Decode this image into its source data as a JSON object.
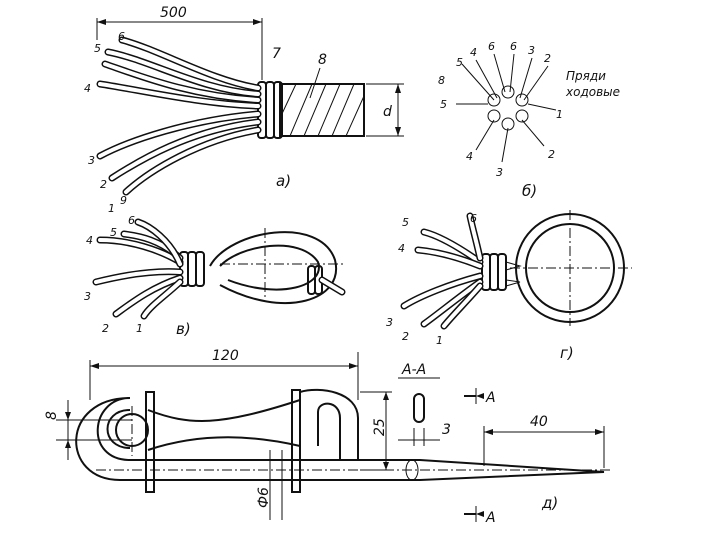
{
  "figure_a": {
    "caption": "а)",
    "dim_length": "500",
    "label_7": "7",
    "label_8": "8",
    "label_d": "d",
    "strand_labels": [
      "6",
      "5",
      "4",
      "3",
      "2",
      "1",
      "9"
    ]
  },
  "figure_b": {
    "caption": "б)",
    "top_labels": [
      "5",
      "4",
      "6",
      "6",
      "3",
      "2"
    ],
    "label_8": "8",
    "label_5": "5",
    "label_1": "1",
    "label_4": "4",
    "label_3": "3",
    "label_2": "2",
    "note_line1": "Пряди",
    "note_line2": "ходовые"
  },
  "figure_v": {
    "caption": "в)",
    "labels": [
      "4",
      "5",
      "6",
      "3",
      "2",
      "1"
    ]
  },
  "figure_g": {
    "caption": "г)",
    "labels": [
      "5",
      "4",
      "6",
      "3",
      "2",
      "1"
    ]
  },
  "figure_d": {
    "caption": "д)",
    "dim_length": "120",
    "dim_8": "8",
    "dim_25": "25",
    "dim_phi6": "Ф6",
    "dim_40": "40",
    "dim_3": "3",
    "section_label": "А-А",
    "cut_label_top": "А",
    "cut_label_bottom": "А"
  }
}
